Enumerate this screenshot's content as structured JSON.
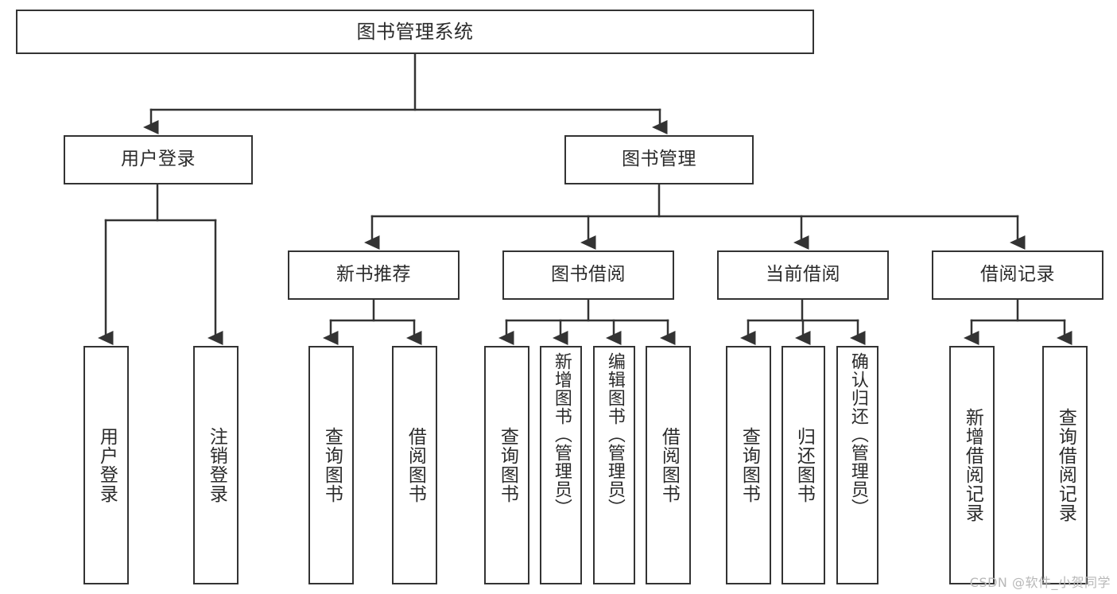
{
  "diagram": {
    "title": "图书管理系统",
    "type": "tree",
    "colors": {
      "stroke": "#333333",
      "fill": "#ffffff",
      "text": "#2b2b2b",
      "watermark": "#b8b8b8"
    },
    "root": {
      "label": "图书管理系统"
    },
    "level2": [
      {
        "label": "用户登录"
      },
      {
        "label": "图书管理"
      }
    ],
    "level3": [
      {
        "label": "新书推荐"
      },
      {
        "label": "图书借阅"
      },
      {
        "label": "当前借阅"
      },
      {
        "label": "借阅记录"
      }
    ],
    "leaves": {
      "user_login": [
        {
          "label": "用户登录"
        },
        {
          "label": "注销登录"
        }
      ],
      "new_book_recommend": [
        {
          "label": "查询图书"
        },
        {
          "label": "借阅图书"
        }
      ],
      "book_borrow": [
        {
          "label": "查询图书"
        },
        {
          "label": "新增图书（管理员）"
        },
        {
          "label": "编辑图书（管理员）"
        },
        {
          "label": "借阅图书"
        }
      ],
      "current_borrow": [
        {
          "label": "查询图书"
        },
        {
          "label": "归还图书"
        },
        {
          "label": "确认归还（管理员）"
        }
      ],
      "borrow_record": [
        {
          "label": "新增借阅记录"
        },
        {
          "label": "查询借阅记录"
        }
      ]
    }
  },
  "watermark": {
    "text": "CSDN @软件_小贺同学"
  }
}
